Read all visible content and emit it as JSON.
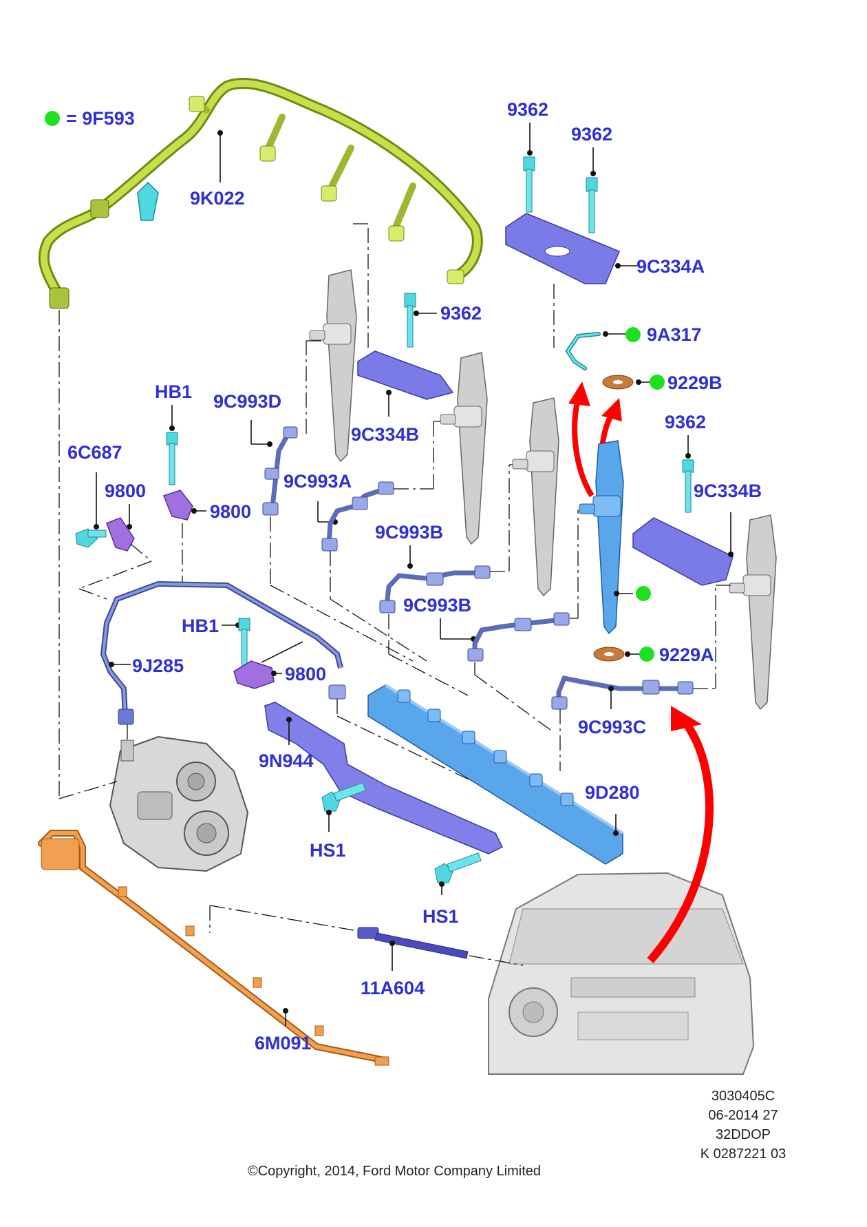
{
  "legend": {
    "symbol_color": "#1fe01f",
    "text": "= 9F593"
  },
  "labels": {
    "harness_9k022": "9K022",
    "bolt_9362_a": "9362",
    "bolt_9362_b": "9362",
    "clamp_9c334a": "9C334A",
    "bolt_9362_c": "9362",
    "clamp_9c334b_a": "9C334B",
    "pipe_9a317": "9A317",
    "washer_9229b": "9229B",
    "pipe_9c993d": "9C993D",
    "bolt_hb1_a": "HB1",
    "bracket_6c687": "6C687",
    "clip_9800_a": "9800",
    "clip_9800_b": "9800",
    "pipe_9c993a": "9C993A",
    "bolt_9362_d": "9362",
    "clamp_9c334b_b": "9C334B",
    "pipe_9c993b_a": "9C993B",
    "pipe_9c993b_b": "9C993B",
    "bolt_hb1_b": "HB1",
    "pipe_9j285": "9J285",
    "clip_9800_c": "9800",
    "washer_9229a": "9229A",
    "pipe_9c993c": "9C993C",
    "bracket_9n944": "9N944",
    "rail_9d280": "9D280",
    "bolt_hs1_a": "HS1",
    "bolt_hs1_b": "HS1",
    "sensor_11a604": "11A604",
    "harness_6m091": "6M091"
  },
  "colors": {
    "label": "#2f2fd6",
    "harness_green": "#b7d63a",
    "harness_orange": "#f0a050",
    "cyan_part": "#4fd8e0",
    "purple_part": "#7070e0",
    "blue_pipe": "#6a86e0",
    "injector_grey": "#c8c8c8",
    "injector_blue": "#5aa6ea",
    "washer_copper": "#c87a3a",
    "arrow_red": "#ff0000",
    "new_part_dot": "#1fe01f"
  },
  "footer": {
    "ref_code": "3030405C",
    "date_code": "06-2014 27",
    "model_code": "32DDOP",
    "doc_code": "K 0287221 03",
    "copyright": "©Copyright, 2014, Ford Motor Company Limited"
  }
}
